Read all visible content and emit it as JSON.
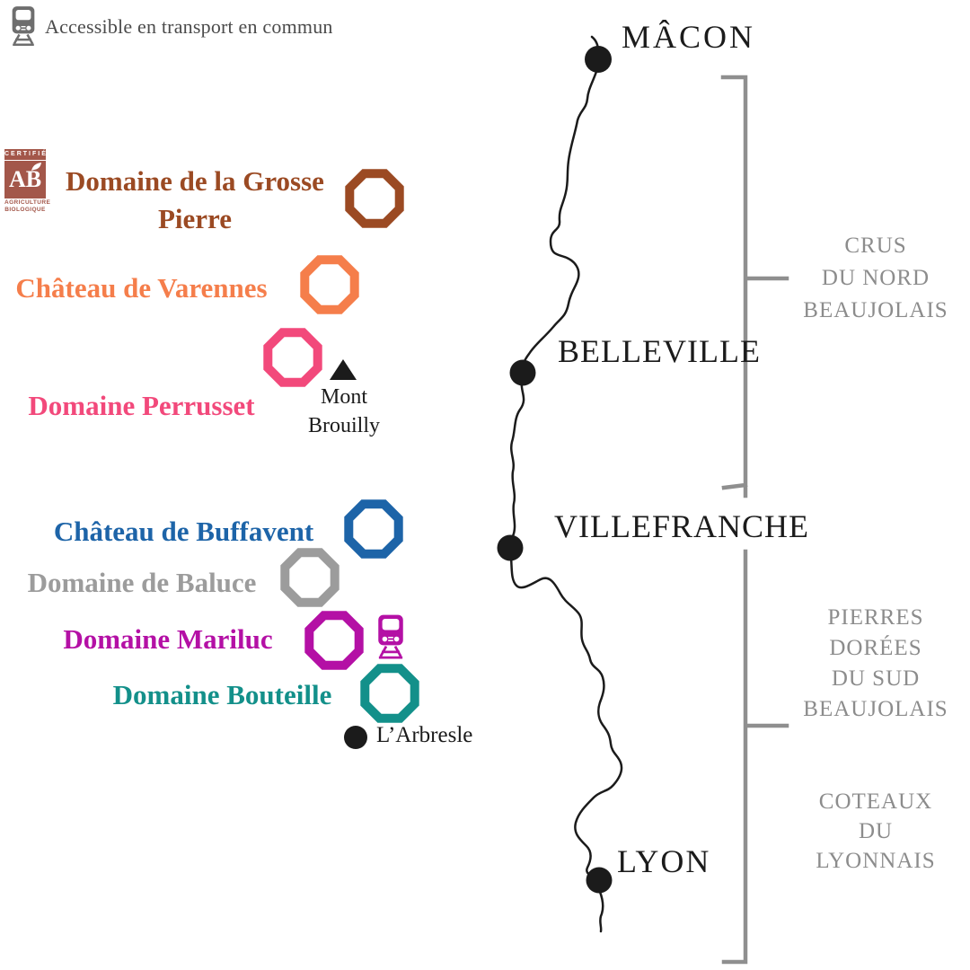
{
  "legend": {
    "label": "Accessible en transport en commun"
  },
  "ab_logo": {
    "certified": "CERTIFIÉ",
    "initials": "AB",
    "footer_line1": "AGRICULTURE",
    "footer_line2": "BIOLOGIQUE"
  },
  "domains": [
    {
      "name": "Domaine de la Grosse Pierre",
      "line1": "Domaine de la Grosse",
      "line2": "Pierre",
      "color": "#9B4A23",
      "certified_organic": true
    },
    {
      "name": "Château de Varennes",
      "color": "#F57E4B"
    },
    {
      "name": "Domaine Perrusset",
      "color": "#F2497B"
    },
    {
      "name": "Château de Buffavent",
      "color": "#1D64A8"
    },
    {
      "name": "Domaine de Baluce",
      "color": "#9C9C9C"
    },
    {
      "name": "Domaine Mariluc",
      "color": "#B410A5",
      "transit_accessible": true
    },
    {
      "name": "Domaine Bouteille",
      "color": "#13908A"
    }
  ],
  "landmarks": {
    "mont_brouilly": {
      "line1": "Mont",
      "line2": "Brouilly"
    },
    "arbresle": {
      "name": "L’Arbresle"
    }
  },
  "map": {
    "cities": [
      {
        "name": "MÂCON"
      },
      {
        "name": "BELLEVILLE"
      },
      {
        "name": "VILLEFRANCHE"
      },
      {
        "name": "LYON"
      }
    ],
    "regions": [
      {
        "name": "Crus du Nord Beaujolais",
        "lines": [
          "CRUS",
          "DU NORD",
          "BEAUJOLAIS"
        ]
      },
      {
        "name": "Pierres Dorées du Sud Beaujolais",
        "lines": [
          "PIERRES",
          "DORÉES",
          "DU SUD",
          "BEAUJOLAIS"
        ]
      },
      {
        "name": "Coteaux du Lyonnais",
        "lines": [
          "COTEAUX",
          "DU",
          "LYONNAIS"
        ]
      }
    ]
  },
  "colors": {
    "ink": "#1B1B1B",
    "legend_text": "#4B4B4B",
    "train_gray": "#6E6E6E",
    "region_label": "#8C8C8C",
    "bracket": "#8F8F8F",
    "ab_brick": "#A3574A"
  }
}
